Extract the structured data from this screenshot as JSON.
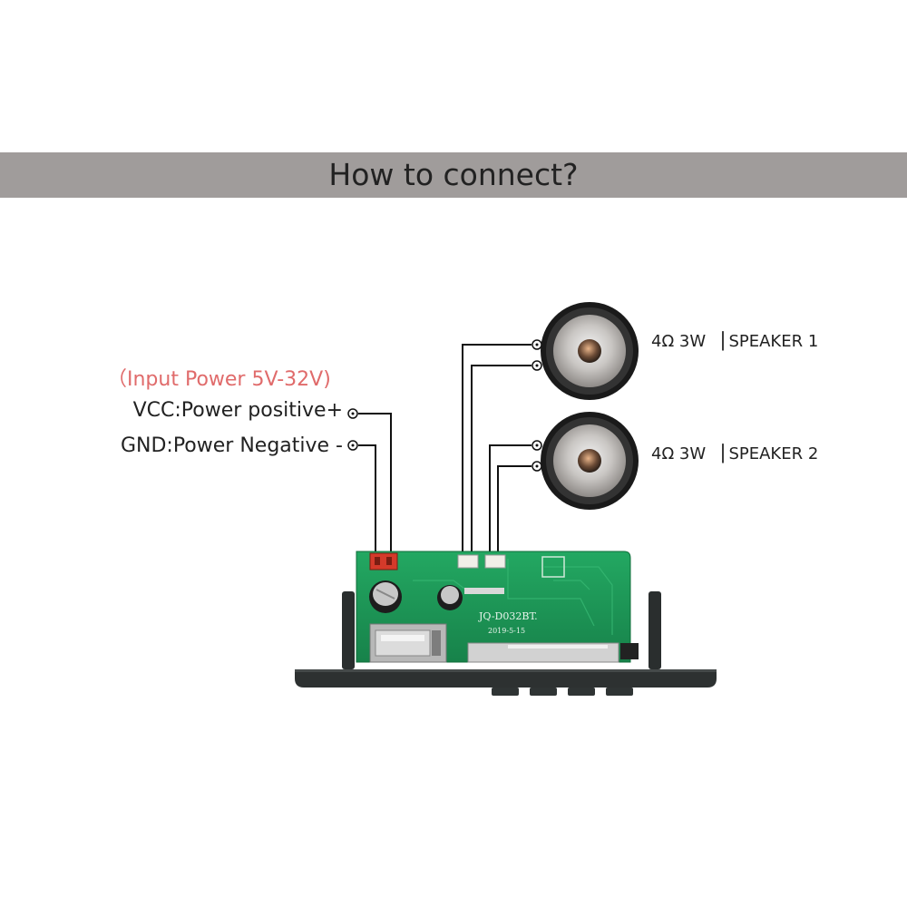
{
  "header": {
    "title": "How to connect?"
  },
  "power": {
    "title": "（Input Power 5V-32V)",
    "vcc_label": "VCC:Power positive+",
    "gnd_label": "GND:Power Negative -"
  },
  "speakers": [
    {
      "label": "4Ω 3W ▕ SPEAKER 1"
    },
    {
      "label": "4Ω 3W ▕ SPEAKER 2"
    }
  ],
  "board": {
    "model": "JQ-D032BT.",
    "date": "2019-5-15"
  },
  "colors": {
    "banner": "#a09c9b",
    "power_title": "#e06b6b",
    "pcb": "#1f9a58",
    "housing": "#2a2e2e"
  }
}
